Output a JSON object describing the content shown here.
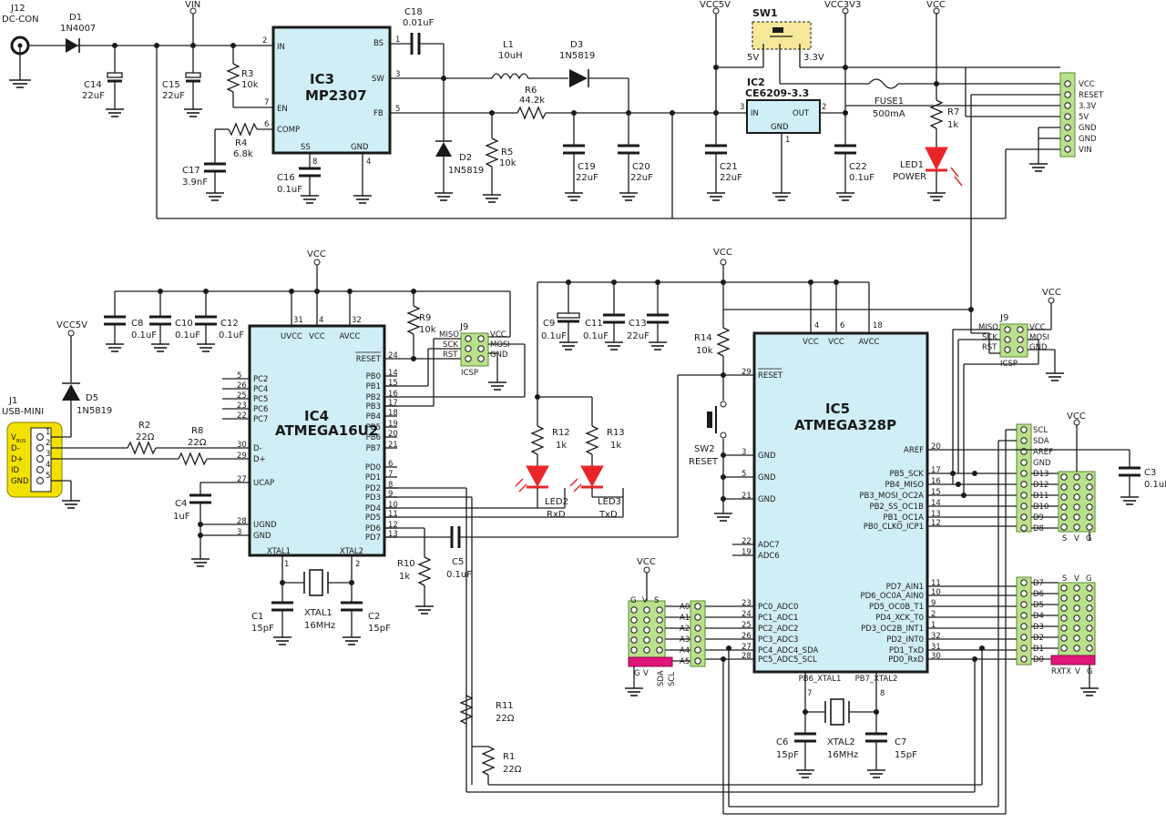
{
  "ics": {
    "ic3": {
      "ref": "IC3",
      "part": "MP2307"
    },
    "ic2": {
      "ref": "IC2",
      "part": "CE6209-3.3"
    },
    "ic4": {
      "ref": "IC4",
      "part": "ATMEGA16U2"
    },
    "ic5": {
      "ref": "IC5",
      "part": "ATMEGA328P"
    }
  },
  "ic3_pins": {
    "in": "IN",
    "en": "EN",
    "comp": "COMP",
    "ss": "SS",
    "gnd": "GND",
    "bs": "BS",
    "sw": "SW",
    "fb": "FB",
    "n2": "2",
    "n7": "7",
    "n6": "6",
    "n8": "8",
    "n4": "4",
    "n1": "1",
    "n3": "3",
    "n5": "5"
  },
  "ic2_pins": {
    "in": "IN",
    "out": "OUT",
    "gnd": "GND",
    "n3": "3",
    "n2": "2",
    "n1": "1"
  },
  "ic4_pins": {
    "top": [
      "UVCC",
      "VCC",
      "AVCC"
    ],
    "top_nums": [
      "31",
      "4",
      "32"
    ],
    "left": [
      "PC2",
      "PC4",
      "PC5",
      "PC6",
      "PC7",
      "D-",
      "D+",
      "UCAP",
      "UGND",
      "GND"
    ],
    "left_nums": [
      "5",
      "26",
      "25",
      "23",
      "22",
      "30",
      "29",
      "27",
      "28",
      "3"
    ],
    "right": [
      "RESET",
      "PB0",
      "PB1",
      "PB2",
      "PB3",
      "PB4",
      "PB5",
      "PB6",
      "PB7",
      "PD0",
      "PD1",
      "PD2",
      "PD3",
      "PD4",
      "PD5",
      "PD6",
      "PD7"
    ],
    "right_nums": [
      "24",
      "14",
      "15",
      "16",
      "17",
      "18",
      "19",
      "20",
      "21",
      "6",
      "7",
      "8",
      "9",
      "10",
      "11",
      "12",
      "13"
    ],
    "bottom": [
      "XTAL1",
      "XTAL2"
    ],
    "bottom_nums": [
      "1",
      "2"
    ]
  },
  "ic5_pins": {
    "top": [
      "VCC",
      "VCC",
      "AVCC"
    ],
    "top_nums": [
      "4",
      "6",
      "18"
    ],
    "left": [
      "RESET",
      "GND",
      "GND",
      "GND",
      "ADC7",
      "ADC6",
      "PC0_ADC0",
      "PC1_ADC1",
      "PC2_ADC2",
      "PC3_ADC3",
      "PC4_ADC4_SDA",
      "PC5_ADC5_SCL"
    ],
    "left_nums": [
      "29",
      "3",
      "5",
      "21",
      "22",
      "19",
      "23",
      "24",
      "25",
      "26",
      "27",
      "28"
    ],
    "right": [
      "AREF",
      "PB5_SCK",
      "PB4_MISO",
      "PB3_MOSI_OC2A",
      "PB2_SS_OC1B",
      "PB1_OC1A",
      "PB0_CLKO_ICP1",
      "PD7_AIN1",
      "PD6_OC0A_AIN0",
      "PD5_OC0B_T1",
      "PD4_XCK_T0",
      "PD3_OC2B_INT1",
      "PD2_INT0",
      "PD1_TxD",
      "PD0_RxD"
    ],
    "right_nums": [
      "20",
      "17",
      "16",
      "15",
      "14",
      "13",
      "12",
      "11",
      "10",
      "9",
      "2",
      "1",
      "32",
      "31",
      "30"
    ],
    "bottom": [
      "PB6_XTAL1",
      "PB7_XTAL2"
    ],
    "bottom_nums": [
      "7",
      "8"
    ]
  },
  "parts": {
    "j12": [
      "J12",
      "DC-CON"
    ],
    "d1": [
      "D1",
      "1N4007"
    ],
    "c14": [
      "C14",
      "22uF"
    ],
    "c15": [
      "C15",
      "22uF"
    ],
    "r3": [
      "R3",
      "10k"
    ],
    "r4": [
      "R4",
      "6.8k"
    ],
    "c17": [
      "C17",
      "3.9nF"
    ],
    "c16": [
      "C16",
      "0.1uF"
    ],
    "c18": [
      "C18",
      "0.01uF"
    ],
    "l1": [
      "L1",
      "10uH"
    ],
    "d3": [
      "D3",
      "1N5819"
    ],
    "r6": [
      "R6",
      "44.2k"
    ],
    "d2": [
      "D2",
      "1N5819"
    ],
    "r5": [
      "R5",
      "10k"
    ],
    "c19": [
      "C19",
      "22uF"
    ],
    "c20": [
      "C20",
      "22uF"
    ],
    "c21": [
      "C21",
      "22uF"
    ],
    "c22": [
      "C22",
      "0.1uF"
    ],
    "sw1": [
      "SW1",
      "5V",
      "3.3V"
    ],
    "fuse1": [
      "FUSE1",
      "500mA"
    ],
    "r7": [
      "R7",
      "1k"
    ],
    "led1": [
      "LED1",
      "POWER"
    ],
    "c8": [
      "C8",
      "0.1uF"
    ],
    "c10": [
      "C10",
      "0.1uF"
    ],
    "c12": [
      "C12",
      "0.1uF"
    ],
    "r9": [
      "R9",
      "10k"
    ],
    "d5": [
      "D5",
      "1N5819"
    ],
    "j1": [
      "J1",
      "USB-MINI"
    ],
    "r2": [
      "R2",
      "22Ω"
    ],
    "r8": [
      "R8",
      "22Ω"
    ],
    "c4": [
      "C4",
      "1uF"
    ],
    "c1": [
      "C1",
      "15pF"
    ],
    "xtal1": [
      "XTAL1",
      "16MHz"
    ],
    "c2": [
      "C2",
      "15pF"
    ],
    "r10": [
      "R10",
      "1k"
    ],
    "c5": [
      "C5",
      "0.1uF"
    ],
    "c9": [
      "C9",
      "0.1uF"
    ],
    "c11": [
      "C11",
      "0.1uF"
    ],
    "c13": [
      "C13",
      "22uF"
    ],
    "r12": [
      "R12",
      "1k"
    ],
    "r13": [
      "R13",
      "1k"
    ],
    "led2": [
      "LED2",
      "RxD"
    ],
    "led3": [
      "LED3",
      "TxD"
    ],
    "r14": [
      "R14",
      "10k"
    ],
    "sw2": [
      "SW2",
      "RESET"
    ],
    "r11": [
      "R11",
      "22Ω"
    ],
    "r1": [
      "R1",
      "22Ω"
    ],
    "c6": [
      "C6",
      "15pF"
    ],
    "xtal2": [
      "XTAL2",
      "16MHz"
    ],
    "c7": [
      "C7",
      "15pF"
    ],
    "c3": [
      "C3",
      "0.1uF"
    ]
  },
  "rails": {
    "vin": "VIN",
    "vcc5v": "VCC5V",
    "vcc3v3": "VCC3V3",
    "vcc": "VCC"
  },
  "icsp": {
    "ref": "J9",
    "label": "ICSP",
    "left": [
      "MISO",
      "SCK",
      "RST"
    ],
    "right": [
      "VCC",
      "MOSI",
      "GND"
    ]
  },
  "power_header": [
    "VCC",
    "RESET",
    "3.3V",
    "5V",
    "GND",
    "GND",
    "VIN"
  ],
  "usb_pins": [
    "V",
    "D-",
    "D+",
    "ID",
    "GND"
  ],
  "usb_pin_nums": [
    "1",
    "2",
    "3",
    "4",
    "5"
  ],
  "usb_vbus_sub": "BUS",
  "i2c_header": [
    "SCL",
    "SDA",
    "AREF",
    "GND",
    "D13",
    "D12",
    "D11",
    "D10",
    "D9",
    "D8"
  ],
  "digital_header": [
    "D7",
    "D6",
    "D5",
    "D4",
    "D3",
    "D2",
    "D1",
    "D0"
  ],
  "analog_header": [
    "A0",
    "A1",
    "A2",
    "A3",
    "A4",
    "A5"
  ],
  "svg_cols": [
    "S",
    "V",
    "G"
  ],
  "gvs_cols": [
    "G",
    "V",
    "S"
  ],
  "bottom_analog_cols": [
    "G",
    "V",
    "SDA",
    "SCL"
  ],
  "bottom_digital_cols": [
    "RX",
    "TX",
    "V",
    "G"
  ]
}
